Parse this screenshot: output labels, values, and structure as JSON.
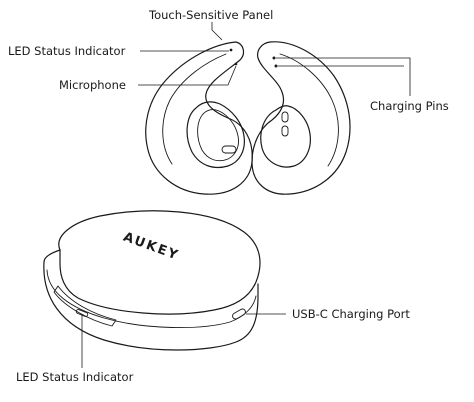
{
  "labels": {
    "touch_panel": "Touch-Sensitive Panel",
    "led_earbud": "LED Status Indicator",
    "microphone": "Microphone",
    "charging_pins": "Charging Pins",
    "usbc_port": "USB-C Charging Port",
    "led_case": "LED Status Indicator"
  },
  "case": {
    "brand": "AUKEY"
  }
}
